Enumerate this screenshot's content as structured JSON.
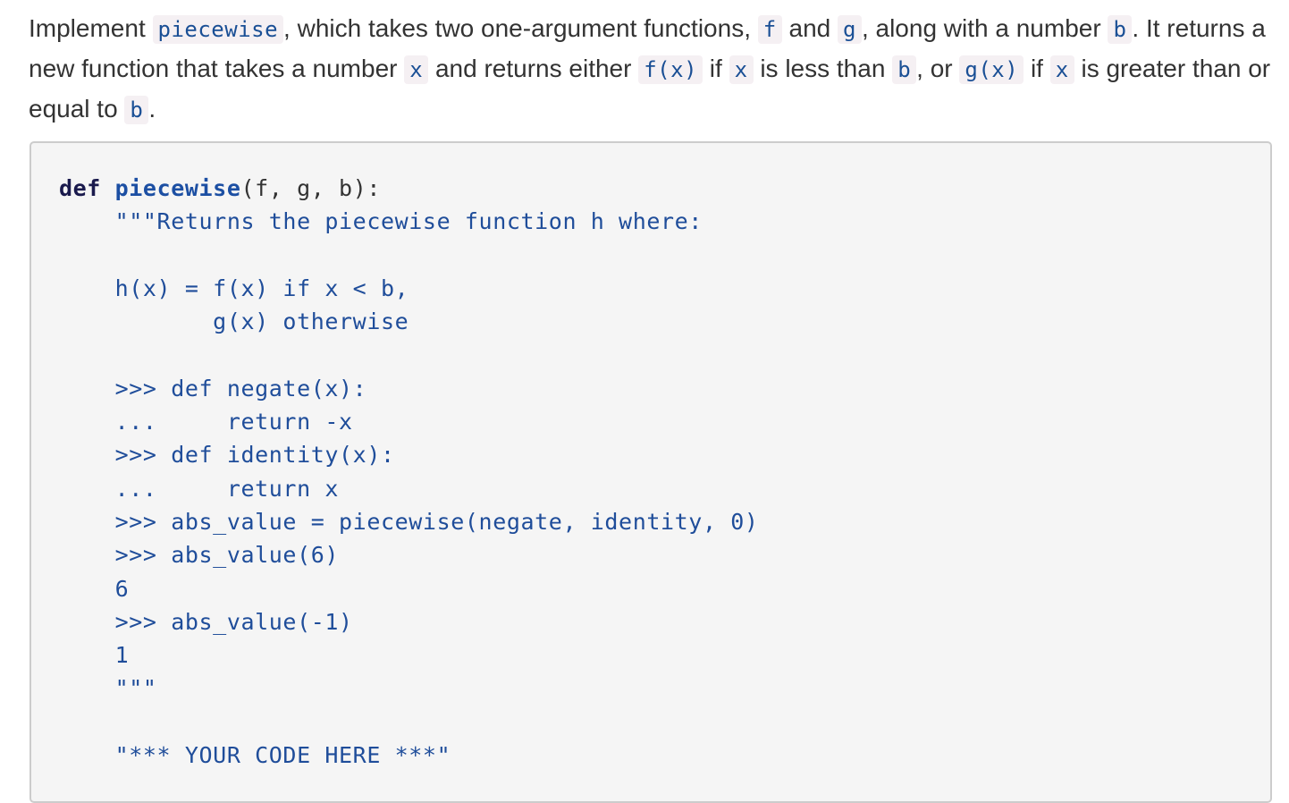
{
  "prompt": {
    "t1": "Implement ",
    "c1": "piecewise",
    "t2": ", which takes two one-argument functions, ",
    "c2": "f",
    "t3": " and ",
    "c3": "g",
    "t4": ", along with a number ",
    "c4": "b",
    "t5": ". It returns a new function that takes a number ",
    "c5": "x",
    "t6": " and returns either ",
    "c6": "f(x)",
    "t7": " if ",
    "c7": "x",
    "t8": " is less than ",
    "c8": "b",
    "t9": ", or ",
    "c9": "g(x)",
    "t10": " if ",
    "c10": "x",
    "t11": " is greater than or equal to ",
    "c11": "b",
    "t12": "."
  },
  "code": {
    "def_keyword": "def",
    "func_name": "piecewise",
    "signature": "(f, g, b):",
    "body": "    \"\"\"Returns the piecewise function h where:\n\n    h(x) = f(x) if x < b,\n           g(x) otherwise\n\n    >>> def negate(x):\n    ...     return -x\n    >>> def identity(x):\n    ...     return x\n    >>> abs_value = piecewise(negate, identity, 0)\n    >>> abs_value(6)\n    6\n    >>> abs_value(-1)\n    1\n    \"\"\"\n\n    \"*** YOUR CODE HERE ***\""
  }
}
